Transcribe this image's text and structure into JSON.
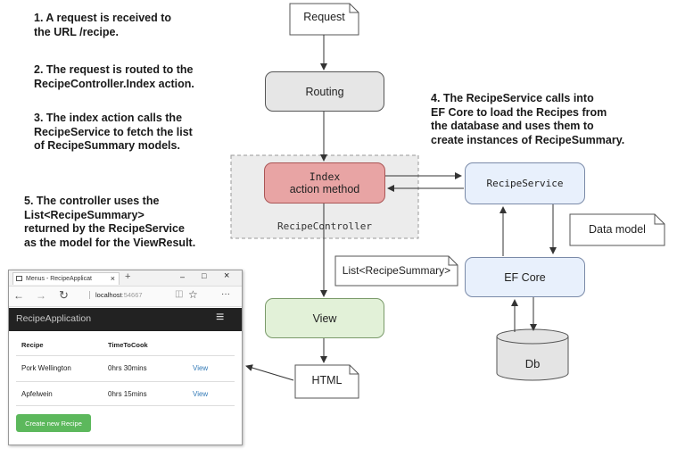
{
  "notes": {
    "n1": "1. A request is received to\nthe URL /recipe.",
    "n2": "2. The request is routed to the\nRecipeController.Index action.",
    "n3": "3. The index action calls the\nRecipeService to fetch the list\nof RecipeSummary models.",
    "n4": "4. The RecipeService calls into\nEF Core to load the Recipes from\nthe database and uses them to\ncreate instances of RecipeSummary.",
    "n5": "5. The controller uses the\nList<RecipeSummary>\nreturned by the RecipeService\nas the model for the ViewResult."
  },
  "nodes": {
    "request": "Request",
    "routing": "Routing",
    "index_line1": "Index",
    "index_line2": "action method",
    "controller": "RecipeController",
    "recipe_service": "RecipeService",
    "data_model": "Data model",
    "ef_core": "EF Core",
    "list": "List<RecipeSummary>",
    "view": "View",
    "db": "Db",
    "html": "HTML"
  },
  "browser": {
    "tab_title": "Menus - RecipeApplicat",
    "close": "×",
    "new_tab": "+",
    "minimize": "–",
    "maximize": "□",
    "window_close": "×",
    "back": "←",
    "forward": "→",
    "refresh": "↻",
    "url_host": "localhost",
    "url_port": ":54667",
    "reader": "◫",
    "favorite": "☆",
    "more": "···",
    "app_name": "RecipeApplication",
    "menu": "≡",
    "columns": [
      "Recipe",
      "TimeToCook"
    ],
    "rows": [
      {
        "recipe": "Pork Wellington",
        "time": "0hrs 30mins",
        "link": "View"
      },
      {
        "recipe": "Apfelwein",
        "time": "0hrs 15mins",
        "link": "View"
      }
    ],
    "create_button": "Create new Recipe"
  },
  "colors": {
    "routing_fill": "#e6e6e6",
    "index_fill": "#e8a4a4",
    "service_fill": "#e8f0fc",
    "view_fill": "#e2f1d8",
    "controller_fill": "#ececec",
    "button_green": "#5cb85c"
  }
}
